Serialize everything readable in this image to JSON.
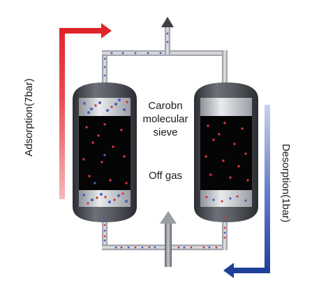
{
  "labels": {
    "sieve_line1": "Carobn",
    "sieve_line2": "molecular",
    "sieve_line3": "sieve",
    "off_gas": "Off gas",
    "adsorption": "Adsorption(7bar)",
    "desorption": "Desorption(1bar)"
  },
  "colors": {
    "adsorption_arrow": "#e0242b",
    "desorption_arrow": "#1f3f99",
    "pipe": "#b9bcc3",
    "vessel_shell": "#4a4d53",
    "sieve_bed": "#050505",
    "molecule_red": "#d9323a",
    "molecule_blue": "#4a5fb8"
  }
}
